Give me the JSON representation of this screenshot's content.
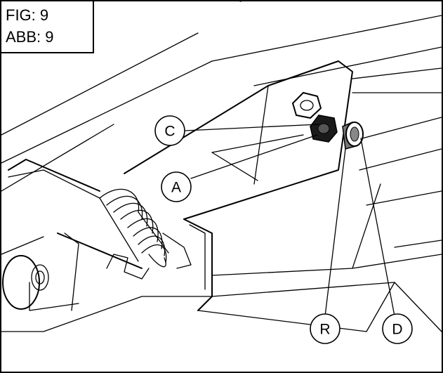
{
  "figure": {
    "fig_line": "FIG: 9",
    "abb_line": "ABB: 9"
  },
  "callouts": {
    "C": "C",
    "A": "A",
    "R": "R",
    "D": "D"
  }
}
